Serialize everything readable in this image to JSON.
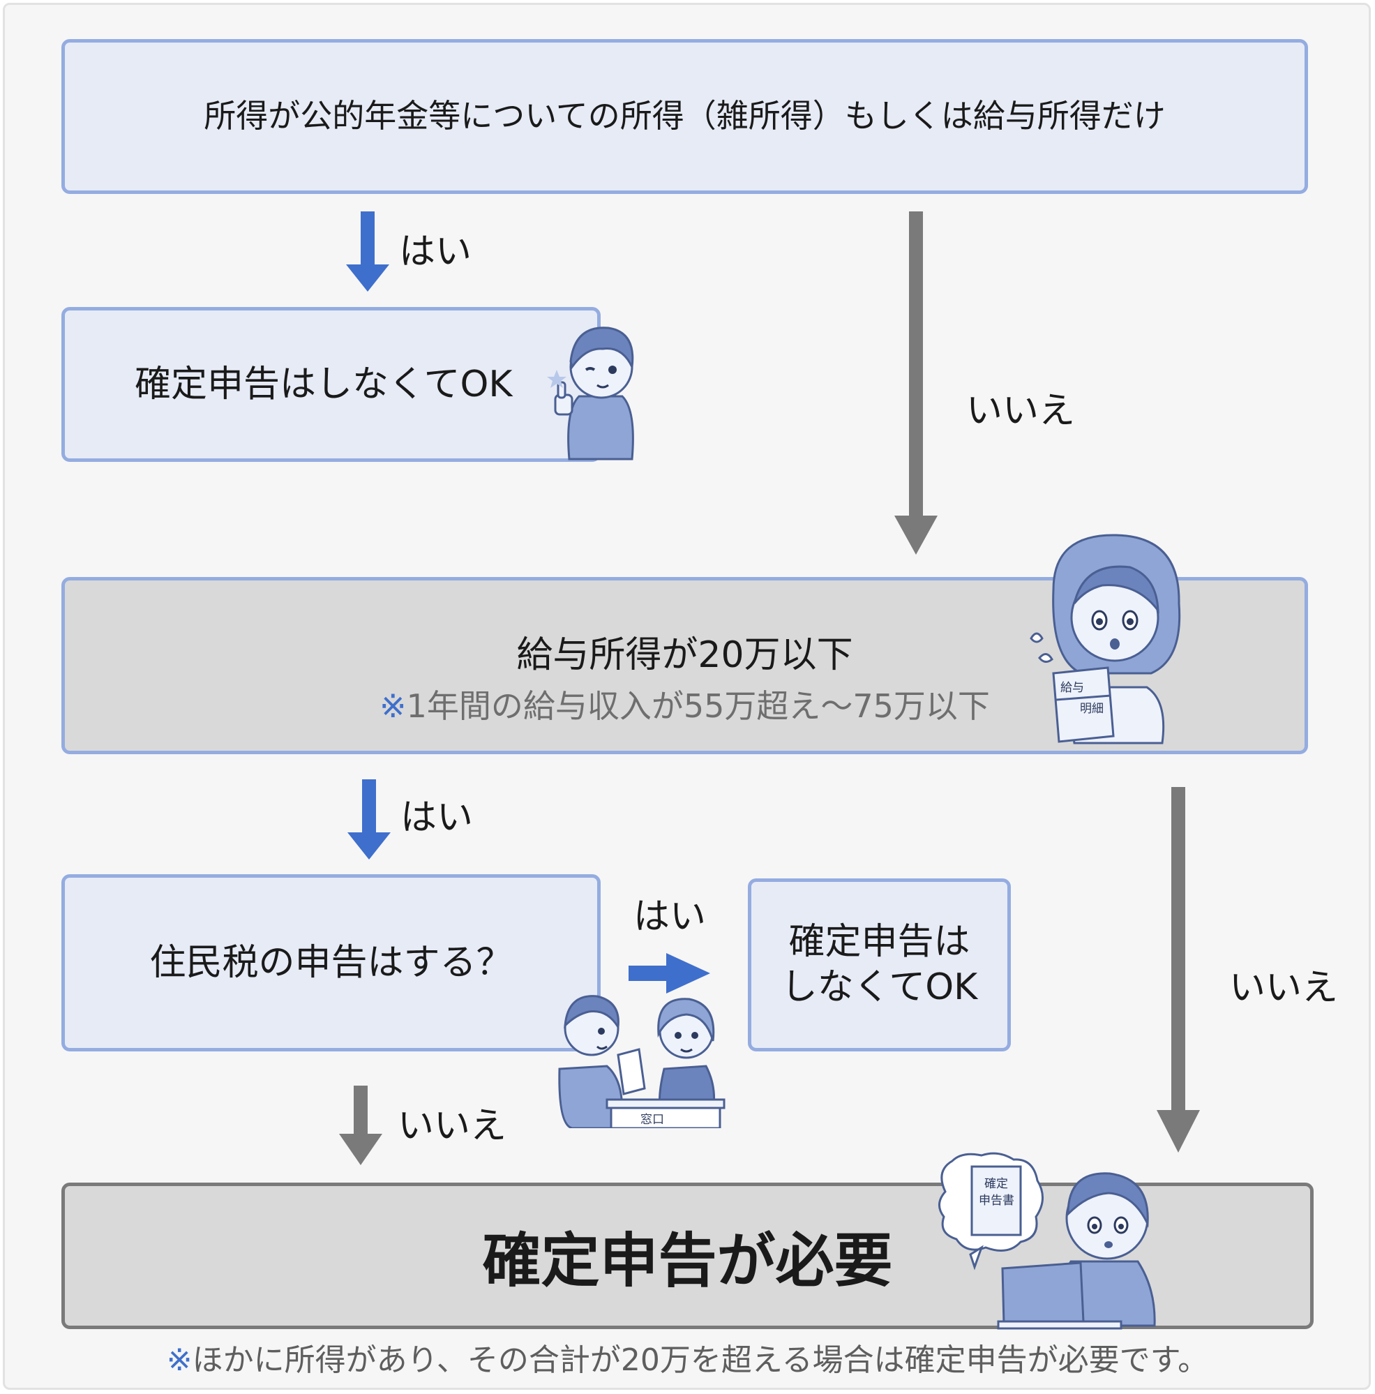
{
  "boxes": {
    "q1": "所得が公的年金等についての所得（雑所得）もしくは給与所得だけ",
    "ok1": "確定申告はしなくてOK",
    "q2": "給与所得が20万以下",
    "q2_note_mark": "※",
    "q2_note": "1年間の給与収入が55万超え～75万以下",
    "q3": "住民税の申告はする？",
    "ok2_line1": "確定申告は",
    "ok2_line2": "しなくてOK",
    "result": "確定申告が必要"
  },
  "labels": {
    "yes1": "はい",
    "no1": "いいえ",
    "yes2": "はい",
    "no2": "いいえ",
    "yes3": "はい",
    "no3": "いいえ"
  },
  "illustrations": {
    "salary_doc_line1": "給与",
    "salary_doc_line2": "明細",
    "counter_sign": "窓口",
    "tax_form_line1": "確定",
    "tax_form_line2": "申告書"
  },
  "footnote_mark": "※",
  "footnote": "ほかに所得があり、その合計が20万を超える場合は確定申告が必要です。",
  "colors": {
    "yes_arrow": "#3f6fcc",
    "no_arrow": "#7a7a7a",
    "box_border": "#94ace0",
    "box_fill_blue": "#e6ebf6",
    "box_fill_gray": "#d9d9d9"
  }
}
